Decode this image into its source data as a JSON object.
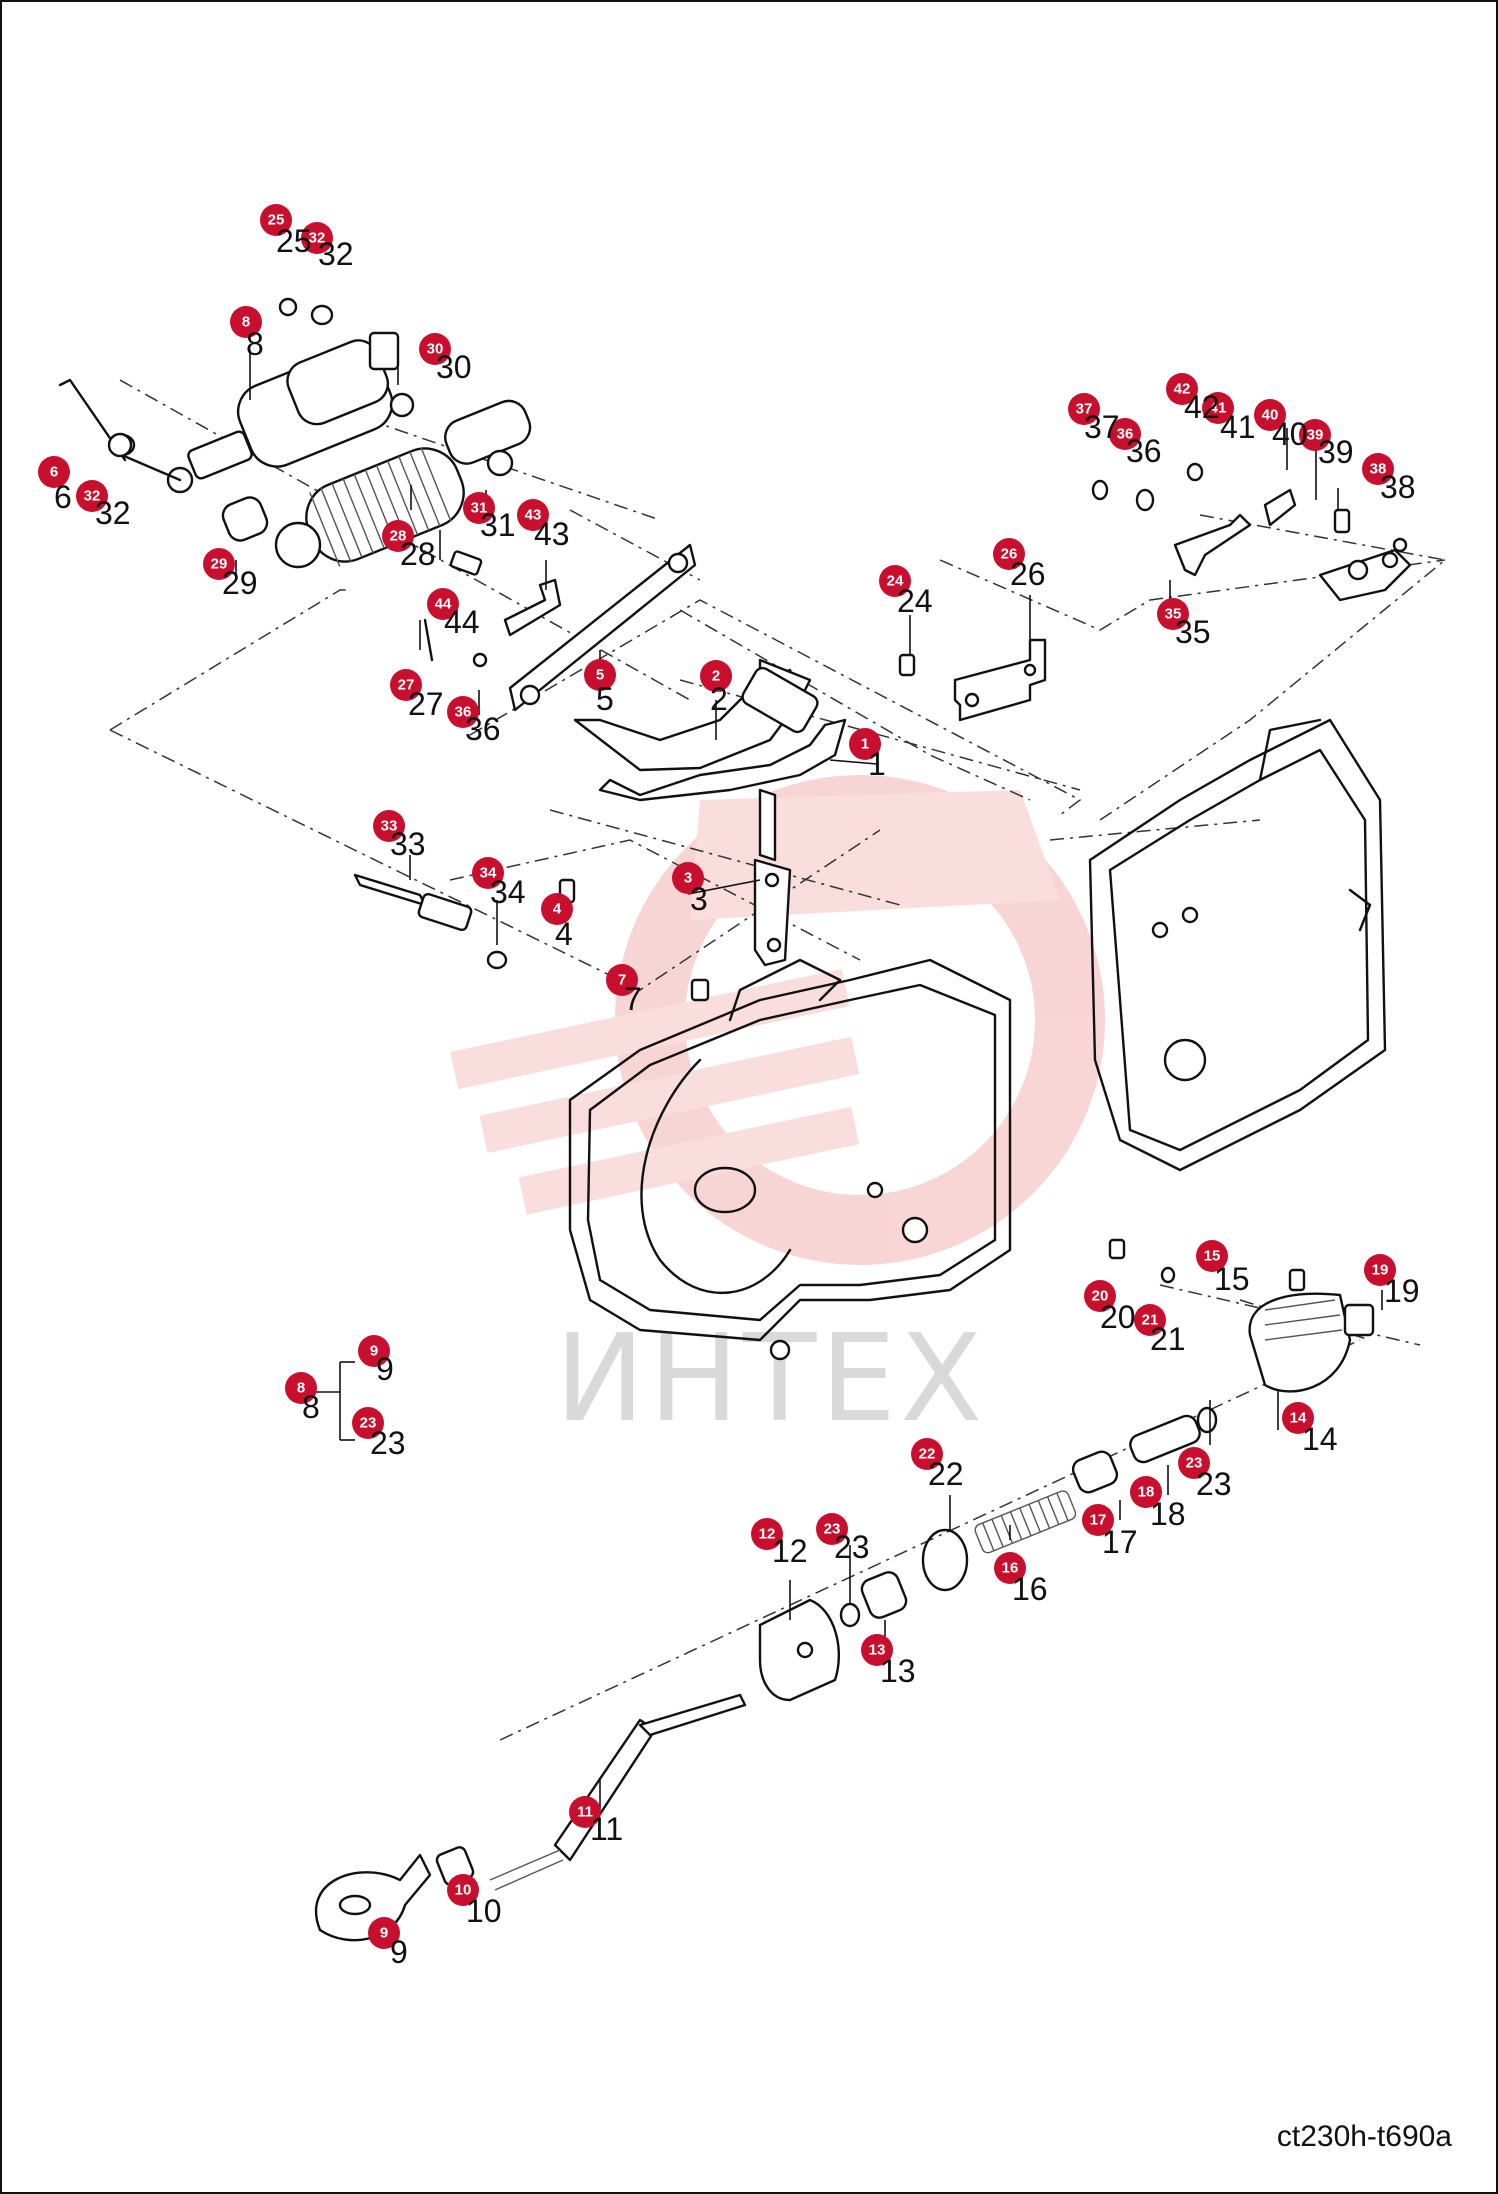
{
  "diagram": {
    "code": "ct230h-t690a",
    "watermark": "ИНТЕХ"
  },
  "callouts": [
    {
      "n": "1"
    },
    {
      "n": "2"
    },
    {
      "n": "3"
    },
    {
      "n": "4"
    },
    {
      "n": "5"
    },
    {
      "n": "6"
    },
    {
      "n": "7"
    },
    {
      "n": "8"
    },
    {
      "n": "8"
    },
    {
      "n": "9"
    },
    {
      "n": "9"
    },
    {
      "n": "10"
    },
    {
      "n": "11"
    },
    {
      "n": "12"
    },
    {
      "n": "13"
    },
    {
      "n": "14"
    },
    {
      "n": "15"
    },
    {
      "n": "16"
    },
    {
      "n": "17"
    },
    {
      "n": "18"
    },
    {
      "n": "19"
    },
    {
      "n": "20"
    },
    {
      "n": "21"
    },
    {
      "n": "22"
    },
    {
      "n": "23"
    },
    {
      "n": "23"
    },
    {
      "n": "23"
    },
    {
      "n": "24"
    },
    {
      "n": "25"
    },
    {
      "n": "26"
    },
    {
      "n": "27"
    },
    {
      "n": "28"
    },
    {
      "n": "29"
    },
    {
      "n": "30"
    },
    {
      "n": "31"
    },
    {
      "n": "32"
    },
    {
      "n": "32"
    },
    {
      "n": "33"
    },
    {
      "n": "34"
    },
    {
      "n": "35"
    },
    {
      "n": "36"
    },
    {
      "n": "36"
    },
    {
      "n": "37"
    },
    {
      "n": "38"
    },
    {
      "n": "39"
    },
    {
      "n": "40"
    },
    {
      "n": "41"
    },
    {
      "n": "42"
    },
    {
      "n": "43"
    },
    {
      "n": "44"
    }
  ],
  "group": {
    "parent": "8",
    "children": [
      "9",
      "23"
    ]
  }
}
